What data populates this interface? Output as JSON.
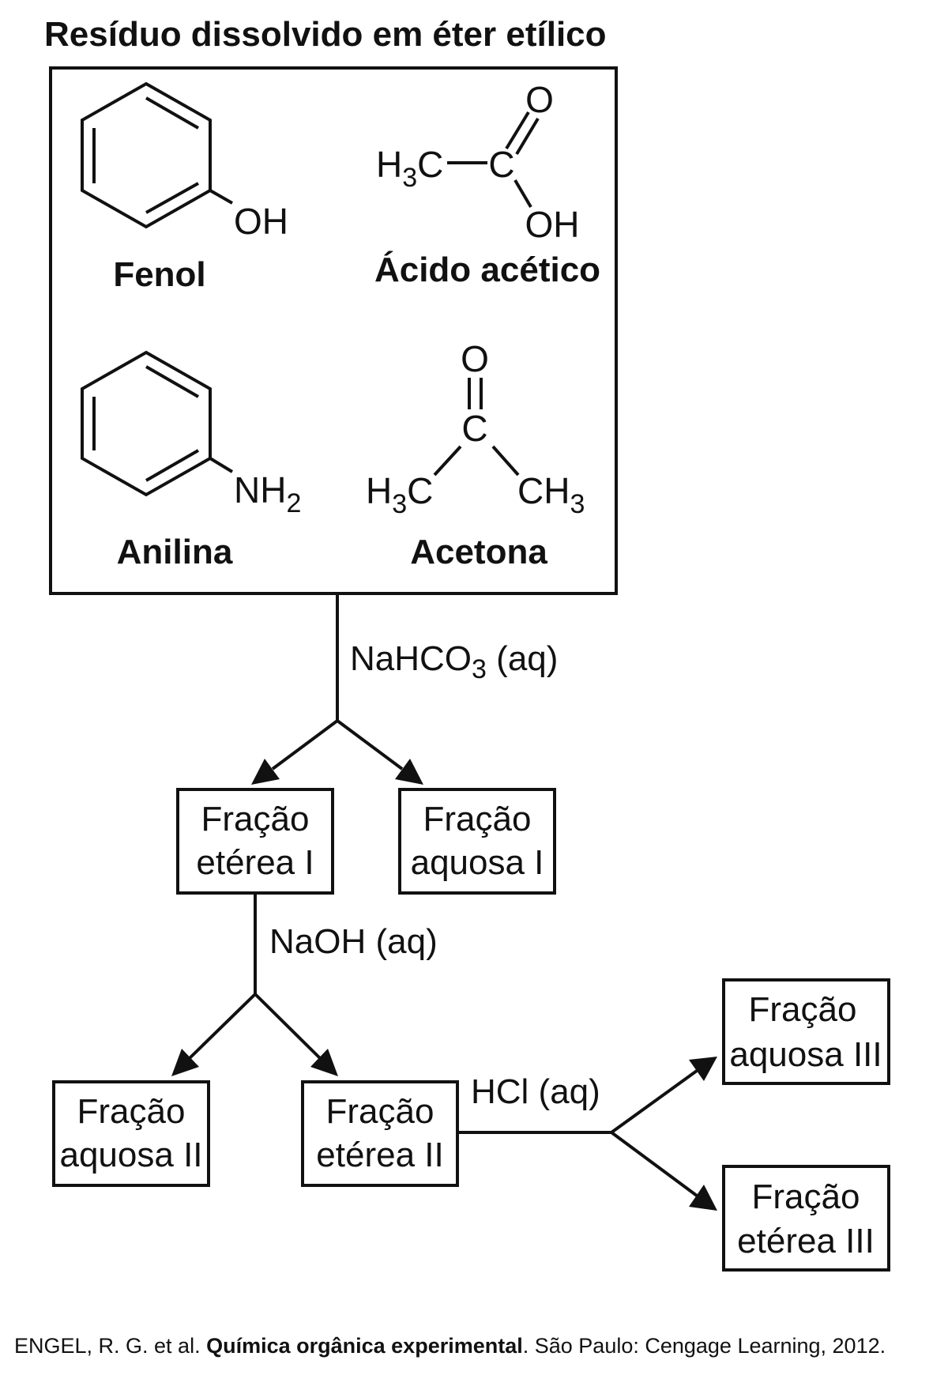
{
  "title": "Resíduo dissolvido em éter etílico",
  "compounds": {
    "fenol": {
      "substituent": "OH",
      "name": "Fenol"
    },
    "acido_acetico": {
      "methyl_main": "H",
      "methyl_sub": "3",
      "methyl_tail": "C",
      "carbon": "C",
      "oxygen": "O",
      "hydroxyl": "OH",
      "name": "Ácido acético"
    },
    "anilina": {
      "substituent_main": "NH",
      "substituent_sub": "2",
      "name": "Anilina"
    },
    "acetona": {
      "oxygen": "O",
      "carbon": "C",
      "left_main": "H",
      "left_sub": "3",
      "left_tail": "C",
      "right_main": "CH",
      "right_sub": "3",
      "name": "Acetona"
    }
  },
  "reagents": {
    "nahco3": {
      "main": "NaHCO",
      "sub": "3",
      "tail": " (aq)"
    },
    "naoh": "NaOH (aq)",
    "hcl": "HCl (aq)"
  },
  "fractions": {
    "eterea_1": {
      "line1": "Fração",
      "line2": "etérea I"
    },
    "aquosa_1": {
      "line1": "Fração",
      "line2": "aquosa I"
    },
    "aquosa_2": {
      "line1": "Fração",
      "line2": "aquosa II"
    },
    "eterea_2": {
      "line1": "Fração",
      "line2": "etérea II"
    },
    "aquosa_3": {
      "line1": "Fração",
      "line2": "aquosa III"
    },
    "eterea_3": {
      "line1": "Fração",
      "line2": "etérea III"
    }
  },
  "citation": {
    "authors": "ENGEL, R. G. et al. ",
    "work": "Química orgânica experimental",
    "publisher": ". São Paulo: Cengage Learning, 2012."
  }
}
